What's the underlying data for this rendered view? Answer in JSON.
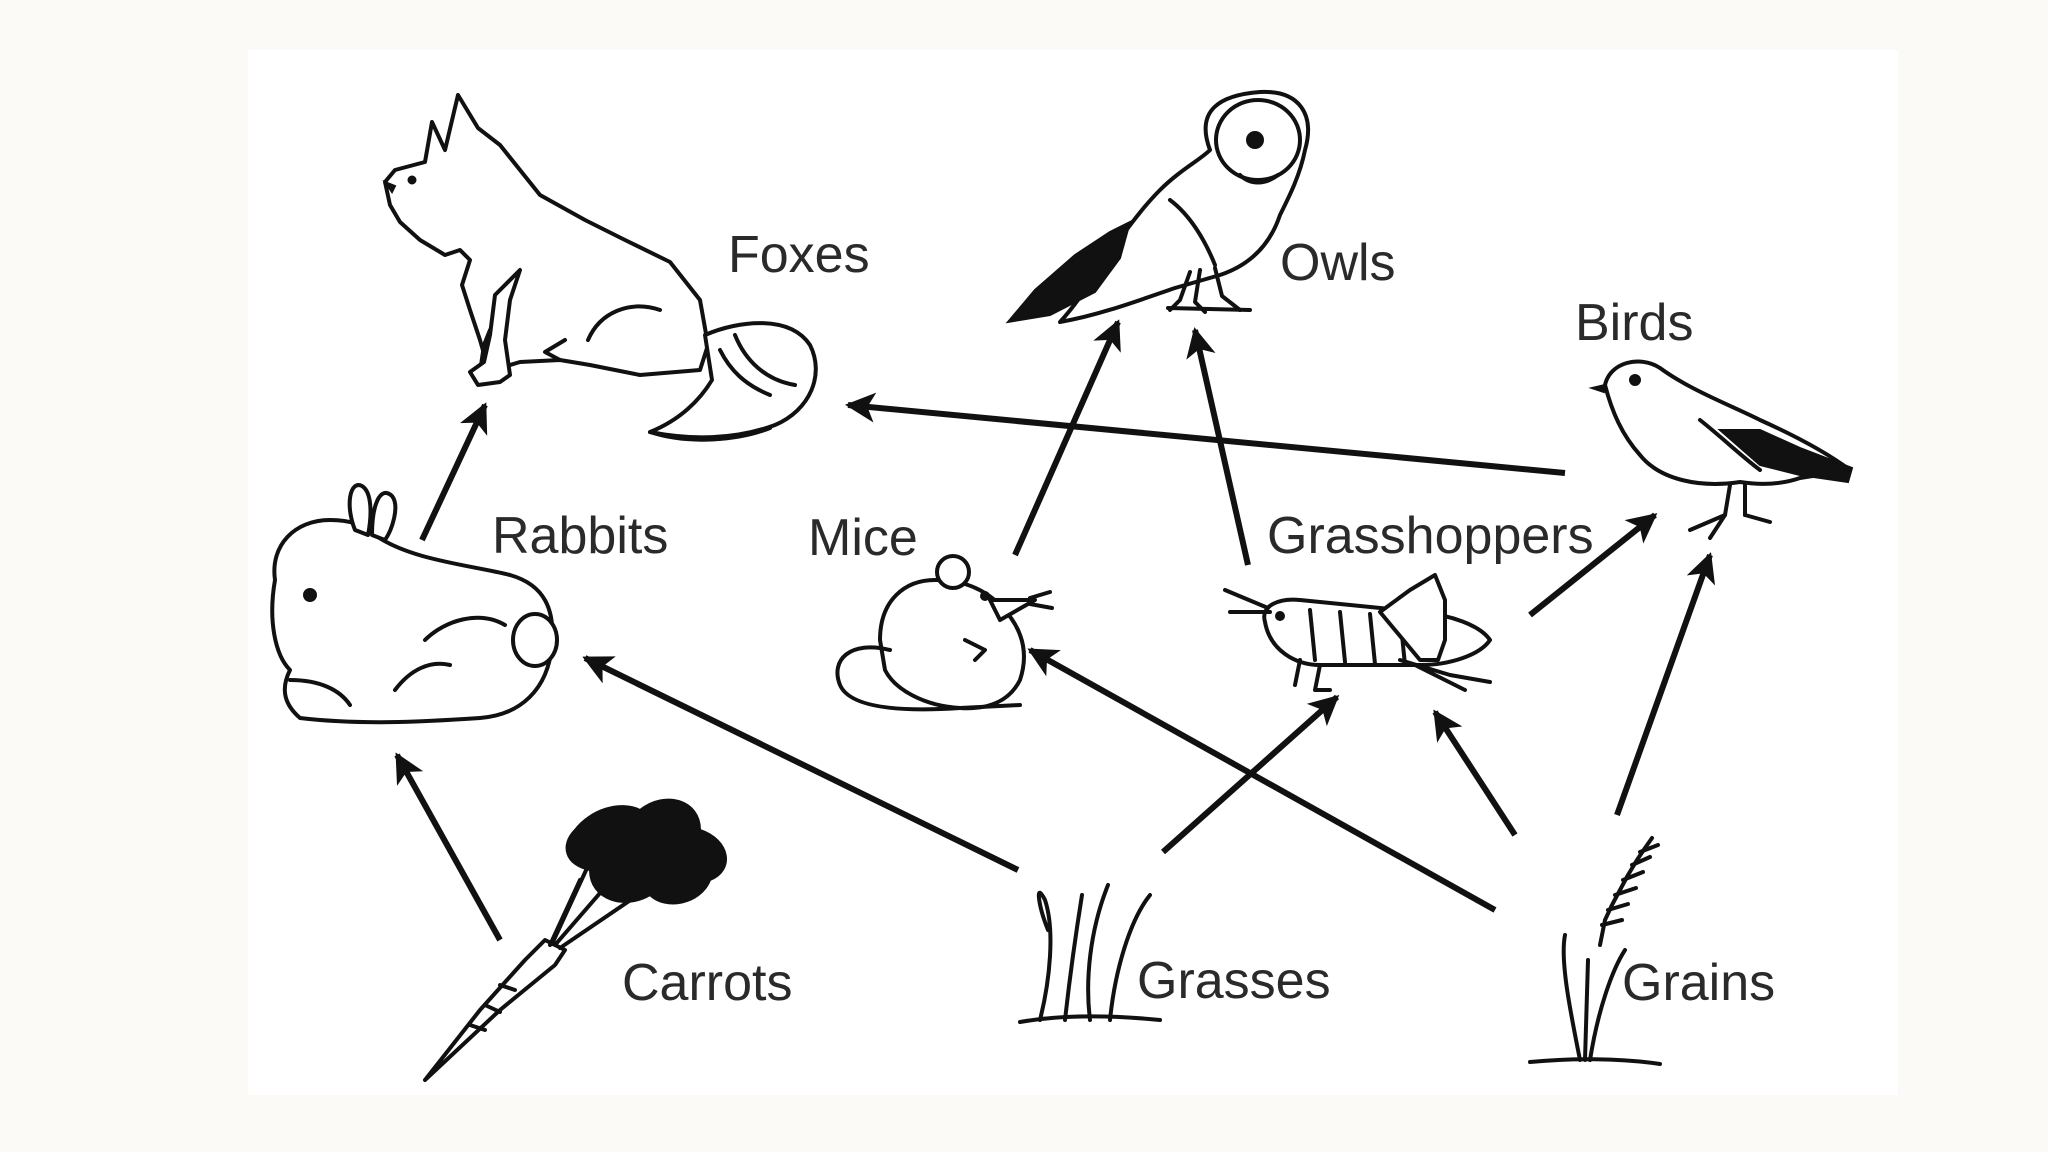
{
  "diagram": {
    "type": "food-web",
    "organisms": {
      "foxes": "Foxes",
      "owls": "Owls",
      "birds": "Birds",
      "rabbits": "Rabbits",
      "mice": "Mice",
      "grasshoppers": "Grasshoppers",
      "carrots": "Carrots",
      "grasses": "Grasses",
      "grains": "Grains"
    },
    "edges": [
      {
        "from": "Rabbits",
        "to": "Foxes"
      },
      {
        "from": "Birds",
        "to": "Foxes"
      },
      {
        "from": "Mice",
        "to": "Owls"
      },
      {
        "from": "Grasshoppers",
        "to": "Owls"
      },
      {
        "from": "Grasshoppers",
        "to": "Birds"
      },
      {
        "from": "Grains",
        "to": "Birds"
      },
      {
        "from": "Carrots",
        "to": "Rabbits"
      },
      {
        "from": "Grasses",
        "to": "Rabbits"
      },
      {
        "from": "Grasses",
        "to": "Grasshoppers"
      },
      {
        "from": "Grains",
        "to": "Mice"
      },
      {
        "from": "Grains",
        "to": "Grasshoppers"
      }
    ],
    "colors": {
      "page": "#fbfaf6",
      "panel": "#ffffff",
      "ink": "#111111",
      "label": "#2a2a2a"
    }
  }
}
